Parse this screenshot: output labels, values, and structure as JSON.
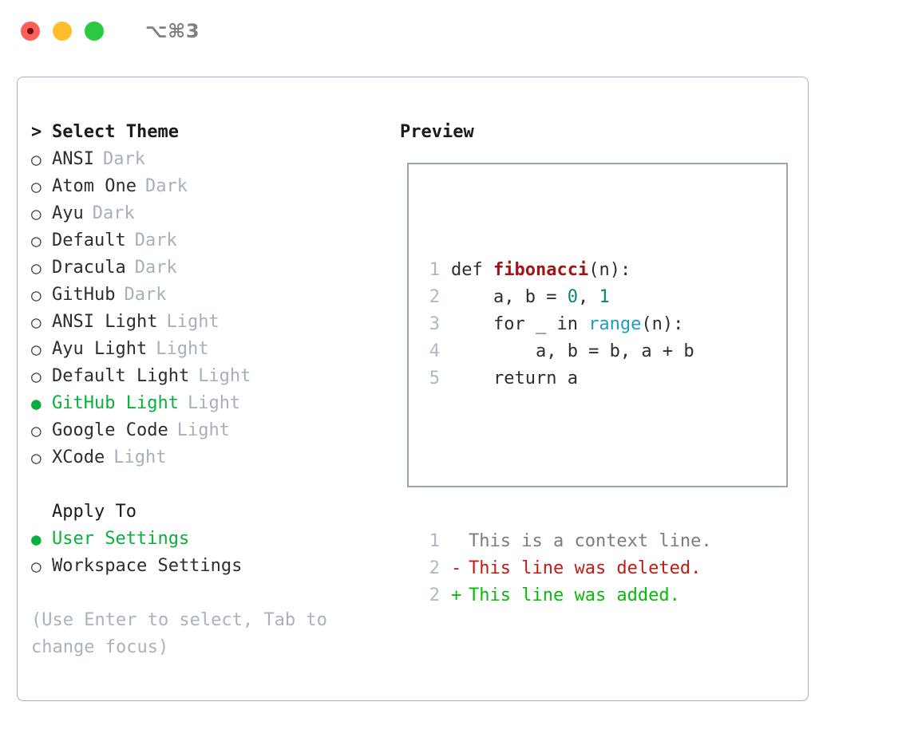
{
  "titlebar": {
    "shortcut": "⌥⌘3",
    "buttons": {
      "close": "close",
      "minimize": "minimize",
      "maximize": "maximize"
    }
  },
  "theme_picker": {
    "header": "Select Theme",
    "caret": ">",
    "bullet_unselected": "○",
    "bullet_selected": "●",
    "items": [
      {
        "name": "ANSI",
        "tag": "Dark",
        "selected": false
      },
      {
        "name": "Atom One",
        "tag": "Dark",
        "selected": false
      },
      {
        "name": "Ayu",
        "tag": "Dark",
        "selected": false
      },
      {
        "name": "Default",
        "tag": "Dark",
        "selected": false
      },
      {
        "name": "Dracula",
        "tag": "Dark",
        "selected": false
      },
      {
        "name": "GitHub",
        "tag": "Dark",
        "selected": false
      },
      {
        "name": "ANSI Light",
        "tag": "Light",
        "selected": false
      },
      {
        "name": "Ayu Light",
        "tag": "Light",
        "selected": false
      },
      {
        "name": "Default Light",
        "tag": "Light",
        "selected": false
      },
      {
        "name": "GitHub Light",
        "tag": "Light",
        "selected": true
      },
      {
        "name": "Google Code",
        "tag": "Light",
        "selected": false
      },
      {
        "name": "XCode",
        "tag": "Light",
        "selected": false
      }
    ]
  },
  "apply_to": {
    "header": "Apply To",
    "options": [
      {
        "name": "User Settings",
        "selected": true
      },
      {
        "name": "Workspace Settings",
        "selected": false
      }
    ]
  },
  "hint": "(Use Enter to select, Tab to change focus)",
  "preview": {
    "title": "Preview",
    "code_lines": [
      {
        "num": "1",
        "segments": [
          {
            "text": "def ",
            "type": "plain"
          },
          {
            "text": "fibonacci",
            "type": "fn"
          },
          {
            "text": "(n):",
            "type": "plain"
          }
        ]
      },
      {
        "num": "2",
        "segments": [
          {
            "text": "    a, b = ",
            "type": "plain"
          },
          {
            "text": "0",
            "type": "num"
          },
          {
            "text": ", ",
            "type": "plain"
          },
          {
            "text": "1",
            "type": "num"
          }
        ]
      },
      {
        "num": "3",
        "segments": [
          {
            "text": "    for _ in ",
            "type": "plain"
          },
          {
            "text": "range",
            "type": "call"
          },
          {
            "text": "(n):",
            "type": "plain"
          }
        ]
      },
      {
        "num": "4",
        "segments": [
          {
            "text": "        a, b = b, a + b",
            "type": "plain"
          }
        ]
      },
      {
        "num": "5",
        "segments": [
          {
            "text": "    return a",
            "type": "plain"
          }
        ]
      }
    ],
    "diff_lines": [
      {
        "num": "1",
        "marker": " ",
        "text": "This is a context line.",
        "kind": "context"
      },
      {
        "num": "2",
        "marker": "-",
        "text": "This line was deleted.",
        "kind": "deleted"
      },
      {
        "num": "2",
        "marker": "+",
        "text": "This line was added.",
        "kind": "added"
      }
    ]
  },
  "colors": {
    "accent_green": "#0ab03c",
    "diff_add": "#0ab80e",
    "diff_del": "#c31b13",
    "muted": "#a8b0bd",
    "border": "#aab2bf",
    "fn": "#a31515",
    "number": "#0f8377",
    "call": "#1a9ec4"
  }
}
